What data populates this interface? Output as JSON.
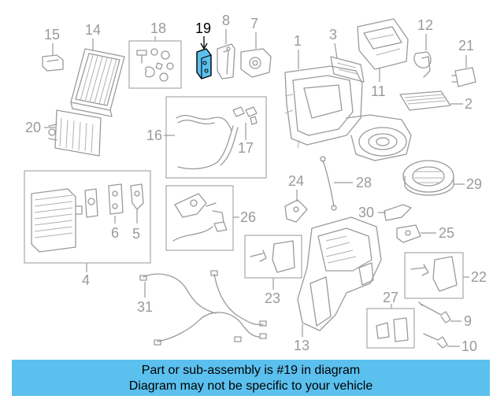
{
  "highlight": {
    "part_number": "19",
    "color": "#5bc0ee",
    "outline_color": "#000000"
  },
  "callouts": [
    "1",
    "2",
    "3",
    "4",
    "5",
    "6",
    "7",
    "8",
    "9",
    "10",
    "11",
    "12",
    "13",
    "14",
    "15",
    "16",
    "17",
    "18",
    "19",
    "20",
    "21",
    "22",
    "23",
    "24",
    "25",
    "26",
    "27",
    "28",
    "29",
    "30",
    "31"
  ],
  "banner": {
    "line1": "Part or sub-assembly is #19 in diagram",
    "line2": "Diagram may not be specific to your vehicle",
    "background": "#5bc0ee"
  }
}
